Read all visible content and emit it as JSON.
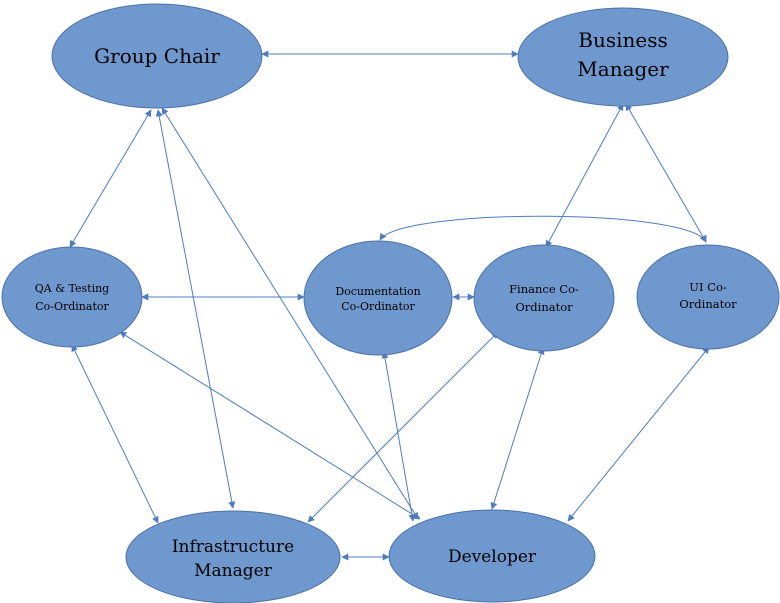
{
  "colors": {
    "node_fill": "#6f98ce",
    "node_stroke": "#4b72a8",
    "edge": "#4f7cbf"
  },
  "nodes": {
    "group_chair": {
      "lines": [
        "Group Chair"
      ]
    },
    "business_manager": {
      "lines": [
        "Business",
        "Manager"
      ]
    },
    "qa_testing": {
      "lines": [
        "QA & Testing",
        "Co-Ordinator"
      ]
    },
    "documentation": {
      "lines": [
        "Documentation",
        "Co-Ordinator"
      ]
    },
    "finance": {
      "lines": [
        "Finance Co-",
        "Ordinator"
      ]
    },
    "ui": {
      "lines": [
        "UI Co-",
        "Ordinator"
      ]
    },
    "infrastructure": {
      "lines": [
        "Infrastructure",
        "Manager"
      ]
    },
    "developer": {
      "lines": [
        "Developer"
      ]
    }
  },
  "edges": [
    {
      "from": "group_chair",
      "to": "business_manager",
      "direction": "both"
    },
    {
      "from": "group_chair",
      "to": "qa_testing",
      "direction": "both"
    },
    {
      "from": "group_chair",
      "to": "infrastructure",
      "direction": "both"
    },
    {
      "from": "group_chair",
      "to": "developer",
      "direction": "both"
    },
    {
      "from": "business_manager",
      "to": "finance",
      "direction": "both"
    },
    {
      "from": "business_manager",
      "to": "ui",
      "direction": "both"
    },
    {
      "from": "ui",
      "to": "documentation",
      "direction": "both"
    },
    {
      "from": "qa_testing",
      "to": "documentation",
      "direction": "both"
    },
    {
      "from": "documentation",
      "to": "finance",
      "direction": "both"
    },
    {
      "from": "qa_testing",
      "to": "infrastructure",
      "direction": "both"
    },
    {
      "from": "qa_testing",
      "to": "developer",
      "direction": "both"
    },
    {
      "from": "documentation",
      "to": "developer",
      "direction": "both"
    },
    {
      "from": "finance",
      "to": "infrastructure",
      "direction": "both"
    },
    {
      "from": "finance",
      "to": "developer",
      "direction": "both"
    },
    {
      "from": "ui",
      "to": "developer",
      "direction": "both"
    },
    {
      "from": "infrastructure",
      "to": "developer",
      "direction": "both"
    }
  ]
}
